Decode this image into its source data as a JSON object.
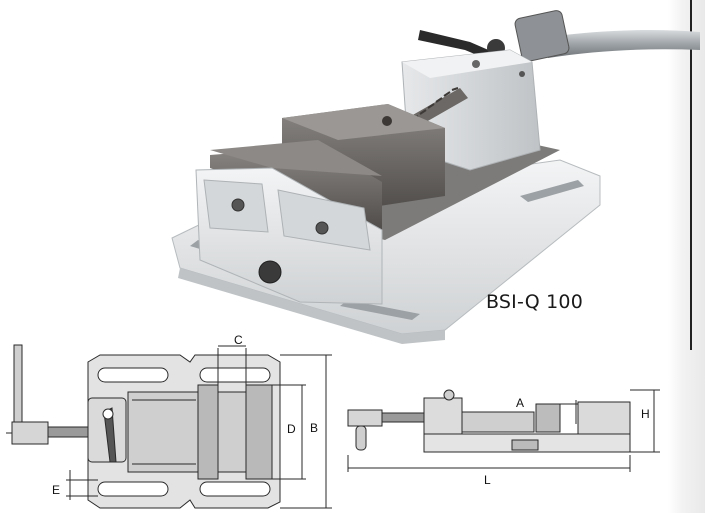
{
  "product": {
    "model": "BSI-Q 100"
  },
  "dimension_letters": {
    "A": "A",
    "B": "B",
    "C": "C",
    "D": "D",
    "E": "E",
    "H": "H",
    "L": "L"
  },
  "colors": {
    "body": "#e9ebec",
    "jaw": "#6d6a67",
    "outline": "#2a2a2a",
    "drawing_fill": "#d8d8d8"
  }
}
